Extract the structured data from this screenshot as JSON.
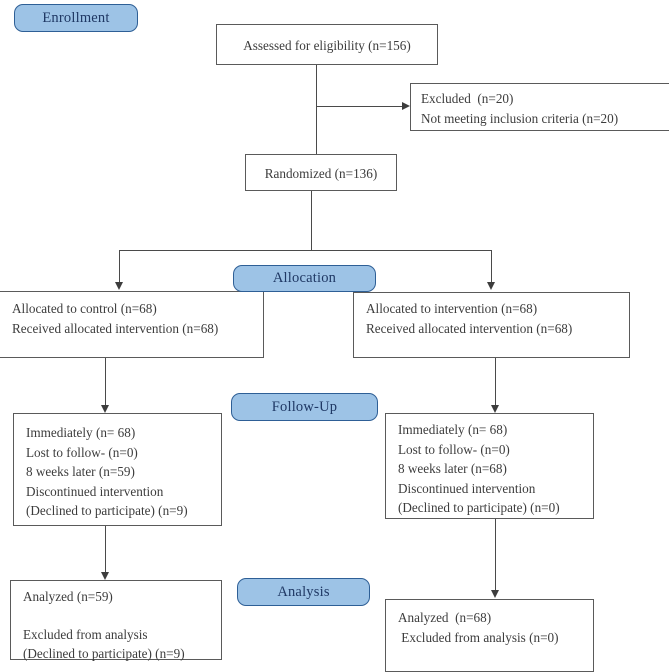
{
  "diagram": {
    "title": "CONSORT participant flow diagram",
    "palette": {
      "badge_fill": "#9dc3e6",
      "badge_border": "#2e5f96",
      "badge_text": "#1f3864",
      "box_border": "#5a5a5a",
      "box_fill": "#ffffff",
      "text": "#3c3c3c",
      "connector": "#4a4a4a"
    },
    "stages": [
      {
        "id": "enrollment",
        "label": "Enrollment"
      },
      {
        "id": "allocation",
        "label": "Allocation"
      },
      {
        "id": "followup",
        "label": "Follow-Up"
      },
      {
        "id": "analysis",
        "label": "Analysis"
      }
    ],
    "nodes": {
      "assessed": {
        "text": "Assessed for eligibility (n=156)"
      },
      "excluded": {
        "text": "Excluded  (n=20)\nNot meeting inclusion criteria (n=20)"
      },
      "randomized": {
        "text": "Randomized (n=136)"
      },
      "alloc_control": {
        "text": "Allocated to control (n=68)\nReceived allocated intervention (n=68)"
      },
      "alloc_intervention": {
        "text": "Allocated to intervention (n=68)\nReceived allocated intervention (n=68)"
      },
      "followup_control": {
        "text": "Immediately (n= 68)\nLost to follow- (n=0)\n8 weeks later (n=59)\nDiscontinued intervention\n(Declined to participate) (n=9)"
      },
      "followup_intervention": {
        "text": "Immediately (n= 68)\nLost to follow- (n=0)\n8 weeks later (n=68)\nDiscontinued intervention\n(Declined to participate) (n=0)"
      },
      "analysis_control": {
        "text": "Analyzed (n=59)\n\nExcluded from analysis\n(Declined to participate) (n=9)"
      },
      "analysis_intervention": {
        "text": "Analyzed  (n=68)\n Excluded from analysis (n=0)"
      }
    },
    "counts": {
      "assessed": 156,
      "excluded": 20,
      "not_meeting_inclusion_criteria": 20,
      "randomized": 136,
      "allocated_control": 68,
      "allocated_intervention": 68,
      "received_control": 68,
      "received_intervention": 68,
      "followup_control_immediate": 68,
      "followup_control_lost": 0,
      "followup_control_8weeks": 59,
      "followup_control_discontinued": 9,
      "followup_intervention_immediate": 68,
      "followup_intervention_lost": 0,
      "followup_intervention_8weeks": 68,
      "followup_intervention_discontinued": 0,
      "analyzed_control": 59,
      "excluded_from_analysis_control": 9,
      "analyzed_intervention": 68,
      "excluded_from_analysis_intervention": 0
    }
  }
}
